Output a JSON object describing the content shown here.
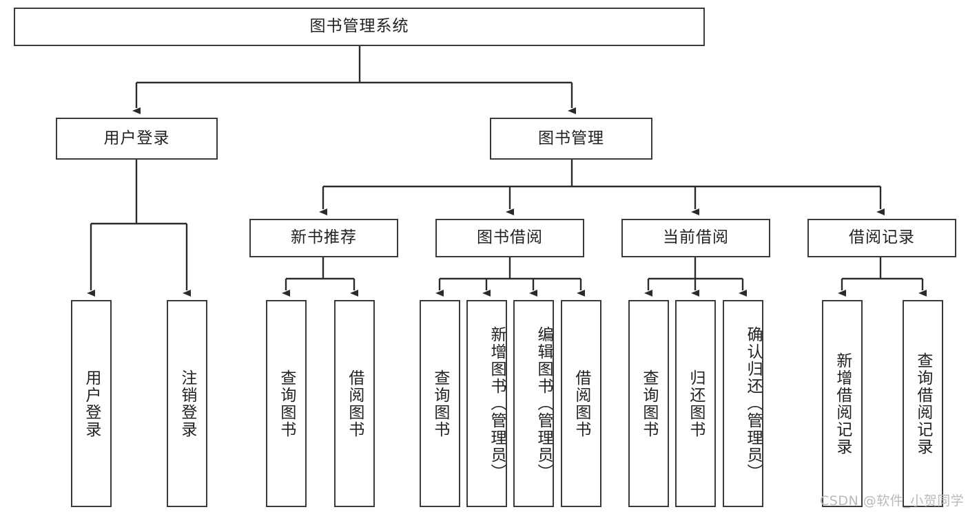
{
  "diagram": {
    "title": "图书管理系统",
    "type": "tree-hierarchy-diagram",
    "colors": {
      "box_border": "#3a3a3a",
      "box_fill": "#ffffff",
      "edge": "#2b2b2b",
      "text": "#222222",
      "watermark": "#b9b9b9"
    },
    "root": {
      "label": "图书管理系统"
    },
    "level2": [
      {
        "label": "用户登录"
      },
      {
        "label": "图书管理"
      }
    ],
    "level3": [
      {
        "label": "新书推荐"
      },
      {
        "label": "图书借阅"
      },
      {
        "label": "当前借阅"
      },
      {
        "label": "借阅记录"
      }
    ],
    "leaves": {
      "user_login": [
        {
          "label": "用户登录"
        },
        {
          "label": "注销登录"
        }
      ],
      "new_book_recommend": [
        {
          "label": "查询图书"
        },
        {
          "label": "借阅图书"
        }
      ],
      "book_borrow": [
        {
          "label": "查询图书"
        },
        {
          "label": "新增图书（管理员）"
        },
        {
          "label": "编辑图书（管理员）"
        },
        {
          "label": "借阅图书"
        }
      ],
      "current_borrow": [
        {
          "label": "查询图书"
        },
        {
          "label": "归还图书"
        },
        {
          "label": "确认归还（管理员）"
        }
      ],
      "borrow_record": [
        {
          "label": "新增借阅记录"
        },
        {
          "label": "查询借阅记录"
        }
      ]
    },
    "watermark": "CSDN @软件_小贺同学"
  }
}
